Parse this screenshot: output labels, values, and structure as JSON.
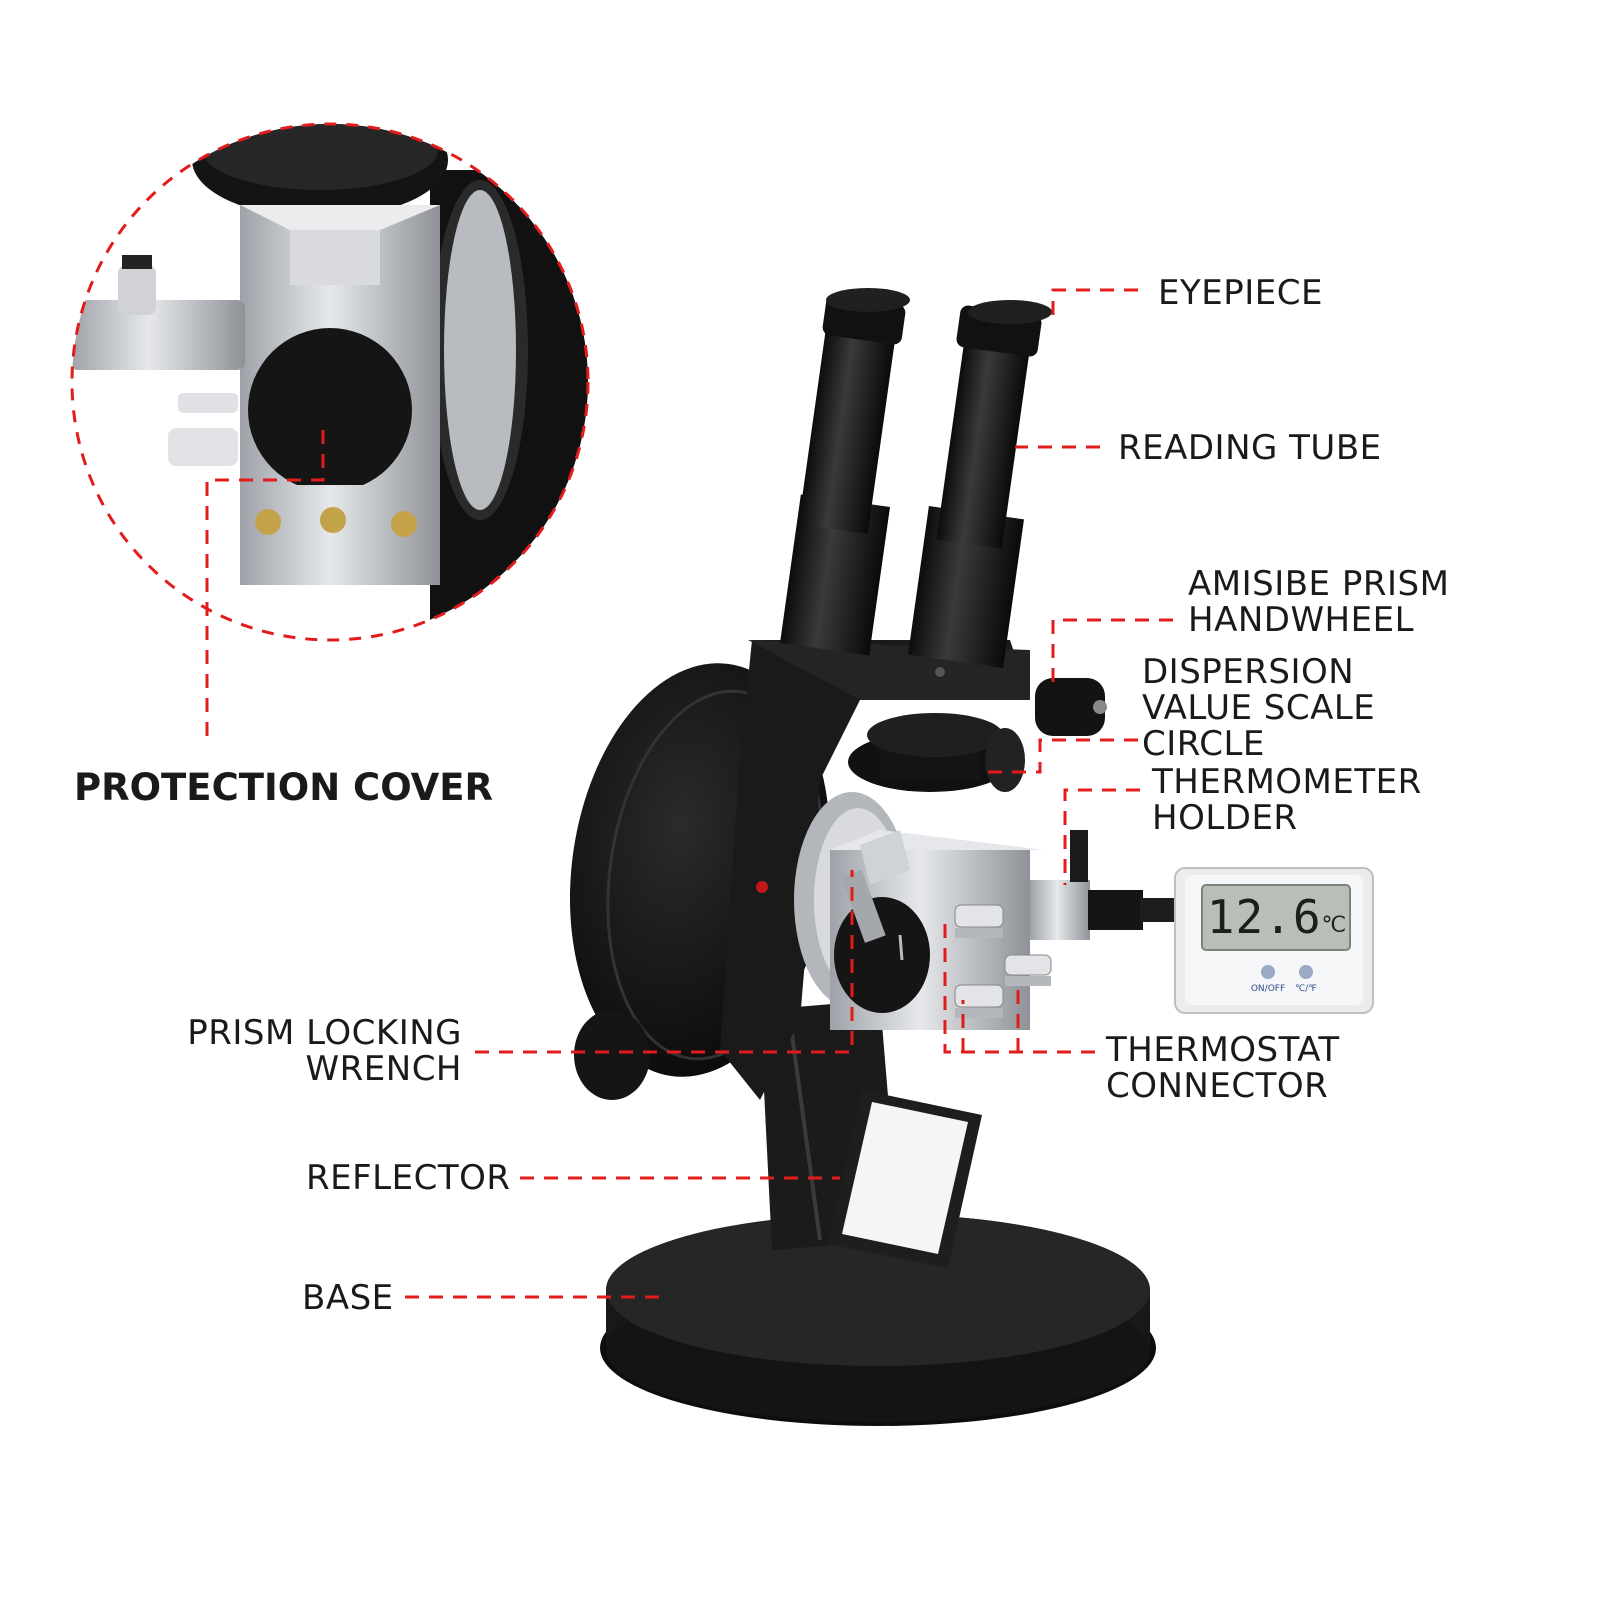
{
  "labels": {
    "eyepiece": "EYEPIECE",
    "reading_tube": "READING TUBE",
    "amisibe_prism_handwheel": [
      "AMISIBE PRISM",
      "HANDWHEEL"
    ],
    "dispersion_value_scale_circle": [
      "DISPERSION",
      "VALUE SCALE",
      "CIRCLE"
    ],
    "thermometer_holder": [
      "THERMOMETER",
      "HOLDER"
    ],
    "protection_cover": "PROTECTION COVER",
    "prism_locking_wrench": [
      "PRISM LOCKING",
      "WRENCH"
    ],
    "thermostat_connector": [
      "THERMOSTAT",
      "CONNECTOR"
    ],
    "reflector": "REFLECTOR",
    "base": "BASE"
  },
  "thermometer": {
    "reading": "12.6",
    "unit": "℃",
    "button_left": "ON/OFF",
    "button_right": "℃/℉"
  },
  "colors": {
    "leader_line": "#e21b1b",
    "label_text": "#1a1a1a",
    "body_black": "#151515",
    "metal": "#c9ccd1"
  },
  "icons": {
    "dashed_leader": "red-dashed-leader-line",
    "magnifier": "red-dashed-circle-zoom"
  }
}
